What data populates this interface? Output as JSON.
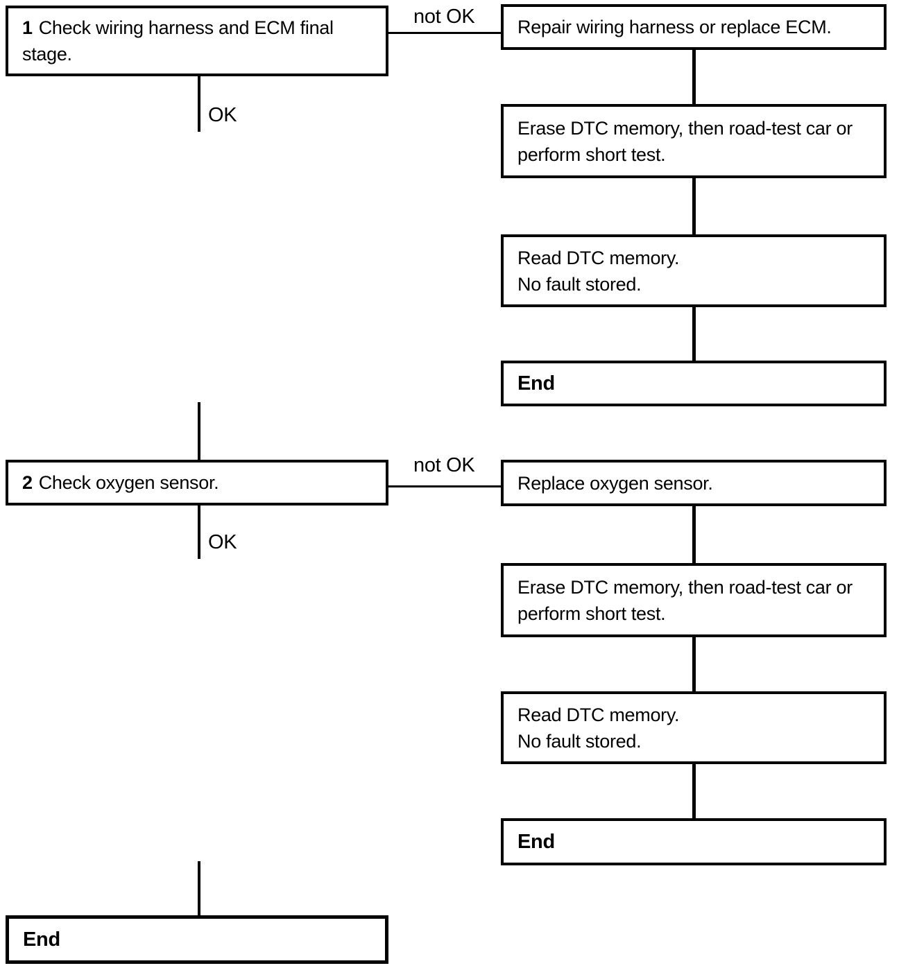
{
  "labels": {
    "ok": "OK",
    "not_ok": "not OK"
  },
  "steps": {
    "step1": {
      "number": "1",
      "text": "Check wiring harness and ECM final stage."
    },
    "step2": {
      "number": "2",
      "text": "Check oxygen sensor."
    },
    "final_end": "End"
  },
  "branch1": {
    "action": "Repair wiring harness or replace ECM.",
    "erase": "Erase DTC memory, then road-test car or perform short test.",
    "read_line1": "Read DTC memory.",
    "read_line2": "No fault stored.",
    "end": "End"
  },
  "branch2": {
    "action": "Replace oxygen sensor.",
    "erase": "Erase DTC memory, then road-test car or perform short test.",
    "read_line1": "Read DTC memory.",
    "read_line2": "No fault stored.",
    "end": "End"
  },
  "colors": {
    "line": "#000000",
    "background": "#ffffff"
  }
}
